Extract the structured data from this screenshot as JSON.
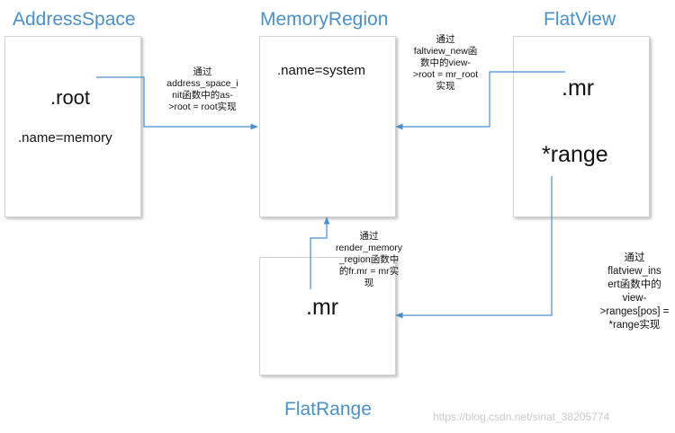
{
  "titles": {
    "address_space": "AddressSpace",
    "memory_region": "MemoryRegion",
    "flat_view": "FlatView",
    "flat_range": "FlatRange"
  },
  "address_space_box": {
    "root": ".root",
    "name": ".name=memory"
  },
  "memory_region_box": {
    "name": ".name=system"
  },
  "flat_view_box": {
    "mr": ".mr",
    "range": "*range"
  },
  "flat_range_box": {
    "mr": ".mr"
  },
  "notes": {
    "as_root": [
      "通过",
      "address_space_i",
      "nit函数中的as-",
      ">root = root实现"
    ],
    "fv_root": [
      "通过",
      "faltview_new函",
      "数中的view-",
      ">root = mr_root",
      "实现"
    ],
    "fr_mr": [
      "通过",
      "render_memory",
      "_region函数中",
      "的fr.mr = mr实",
      "现"
    ],
    "fv_insert": [
      "通过",
      "flatview_ins",
      "ert函数中的",
      "view-",
      ">ranges[pos] =",
      "*range实现"
    ]
  },
  "watermark": "https://blog.csdn.net/sinat_38205774",
  "colors": {
    "title": "#4a90c8",
    "arrow": "#4a8fcb"
  }
}
